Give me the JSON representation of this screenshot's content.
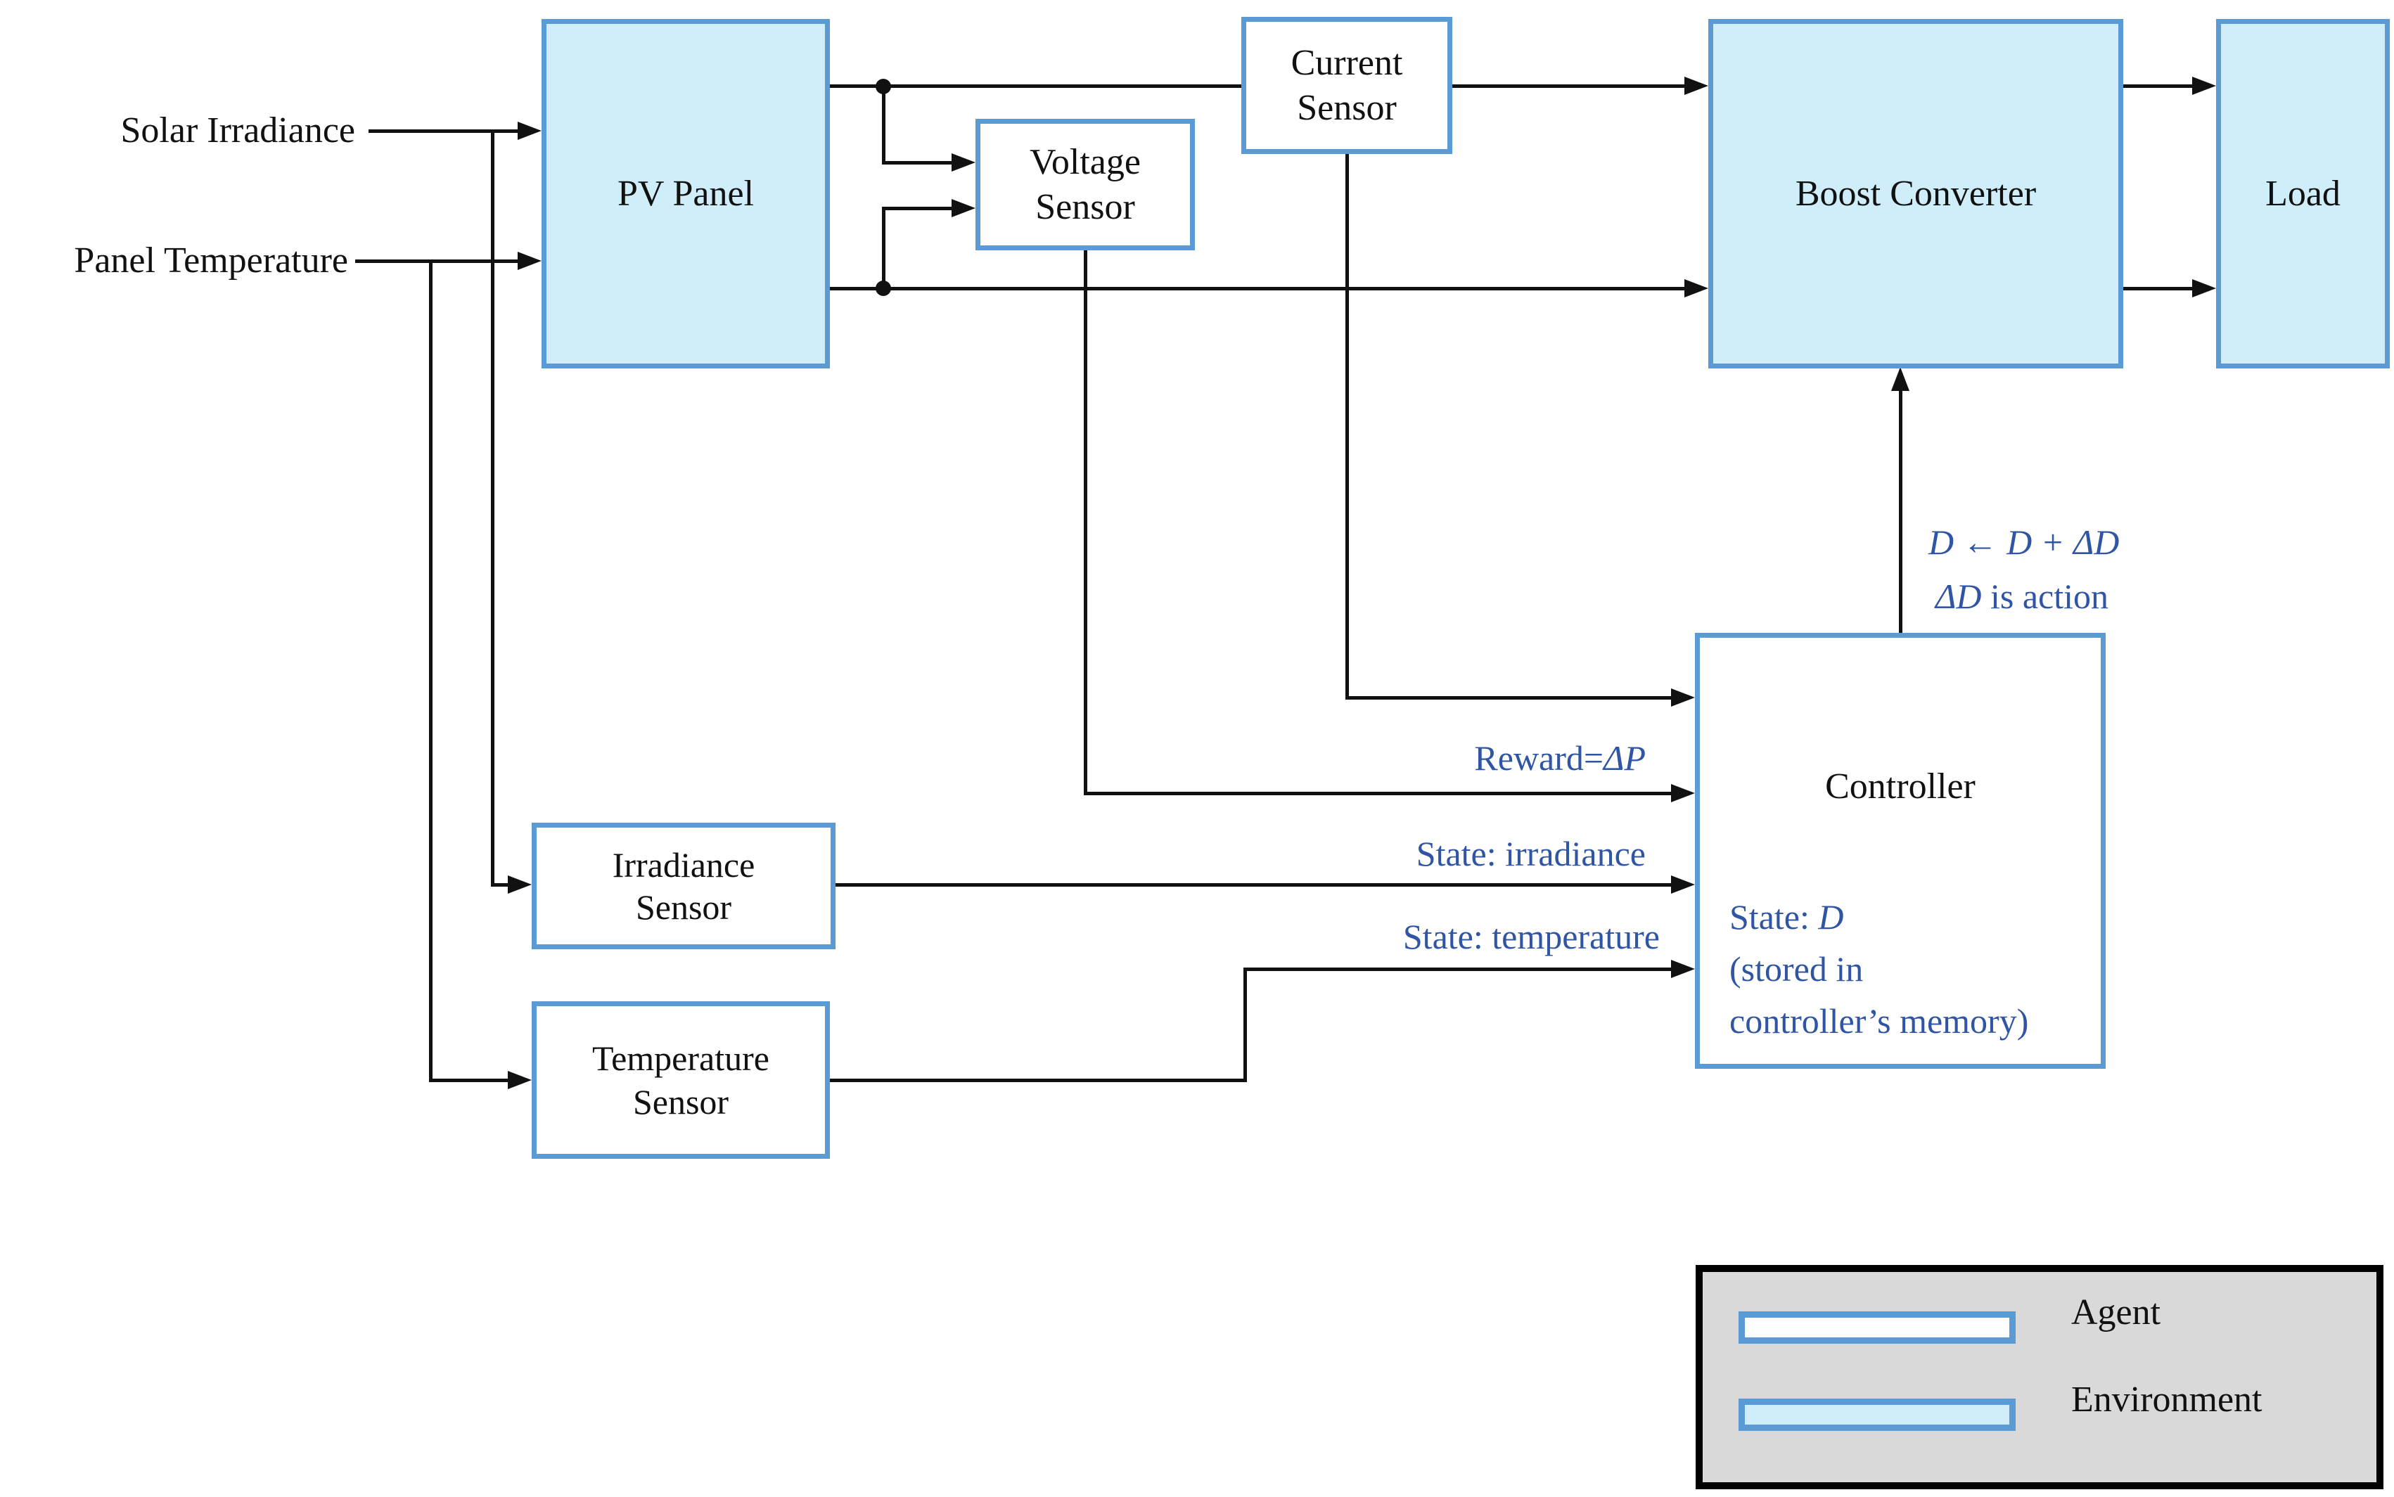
{
  "colors": {
    "box-border": "#5b9bd5",
    "box-fill": "#cfeef9",
    "legend-fill": "#d9d9d9",
    "line": "#111111",
    "blue-text": "#2f55a4",
    "black-text": "#111111"
  },
  "inputs": {
    "solar_label": "Solar Irradiance",
    "panel_temp_label": "Panel Temperature"
  },
  "blocks": {
    "pv_panel": {
      "label": "PV Panel"
    },
    "voltage_sensor": {
      "line1": "Voltage",
      "line2": "Sensor"
    },
    "current_sensor": {
      "line1": "Current",
      "line2": "Sensor"
    },
    "boost_converter": {
      "label": "Boost Converter"
    },
    "load": {
      "label": "Load"
    },
    "irradiance_sensor": {
      "line1": "Irradiance",
      "line2": "Sensor"
    },
    "temperature_sensor": {
      "line1": "Temperature",
      "line2": "Sensor"
    },
    "controller": {
      "label": "Controller",
      "state_prefix": "State: ",
      "state_var": "D",
      "state_line2": "(stored in",
      "state_line3": "controller’s memory)"
    }
  },
  "annotations": {
    "duty_update": "D ← D + ΔD",
    "duty_action_var": "ΔD",
    "duty_action_rest": " is action",
    "reward_prefix": "Reward=",
    "reward_var": "ΔP",
    "state_irradiance": "State: irradiance",
    "state_temperature": "State: temperature"
  },
  "legend": {
    "agent_label": "Agent",
    "environment_label": "Environment"
  }
}
